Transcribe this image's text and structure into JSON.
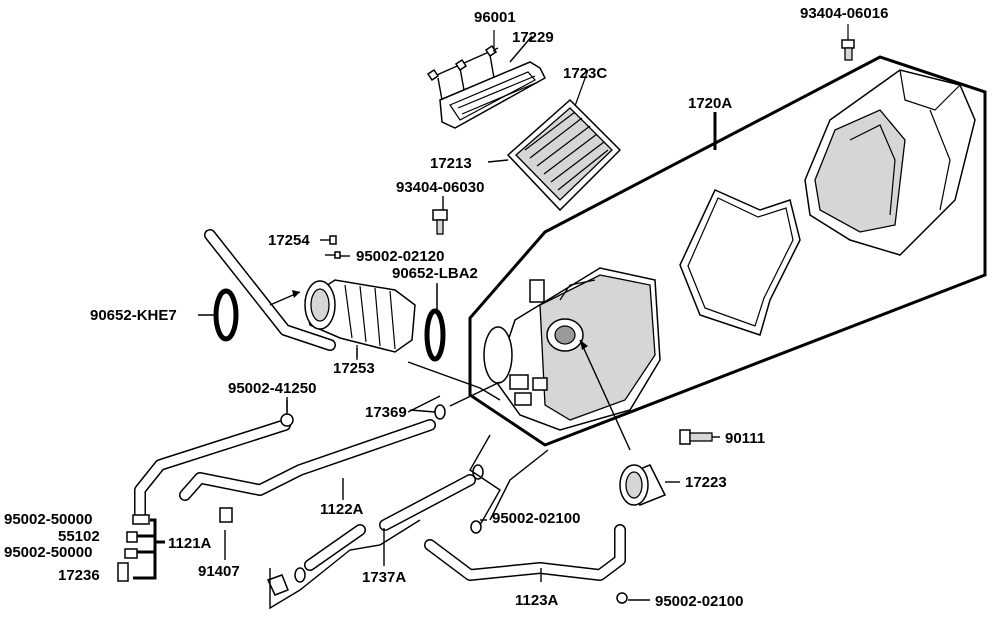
{
  "labels": {
    "p96001": "96001",
    "p17229": "17229",
    "p93404_06016": "93404-06016",
    "p1723C": "1723C",
    "p1720A": "1720A",
    "p17213": "17213",
    "p93404_06030": "93404-06030",
    "p17254": "17254",
    "p95002_02120": "95002-02120",
    "p90652_LBA2": "90652-LBA2",
    "p90652_KHE7": "90652-KHE7",
    "p17253": "17253",
    "p95002_41250": "95002-41250",
    "p17369": "17369",
    "p90111": "90111",
    "p17223": "17223",
    "p1122A": "1122A",
    "p95002_02100_a": "95002-02100",
    "p95002_50000_a": "95002-50000",
    "p55102": "55102",
    "p95002_50000_b": "95002-50000",
    "p17236": "17236",
    "p1121A": "1121A",
    "p91407": "91407",
    "p1737A": "1737A",
    "p1123A": "1123A",
    "p95002_02100_b": "95002-02100"
  }
}
